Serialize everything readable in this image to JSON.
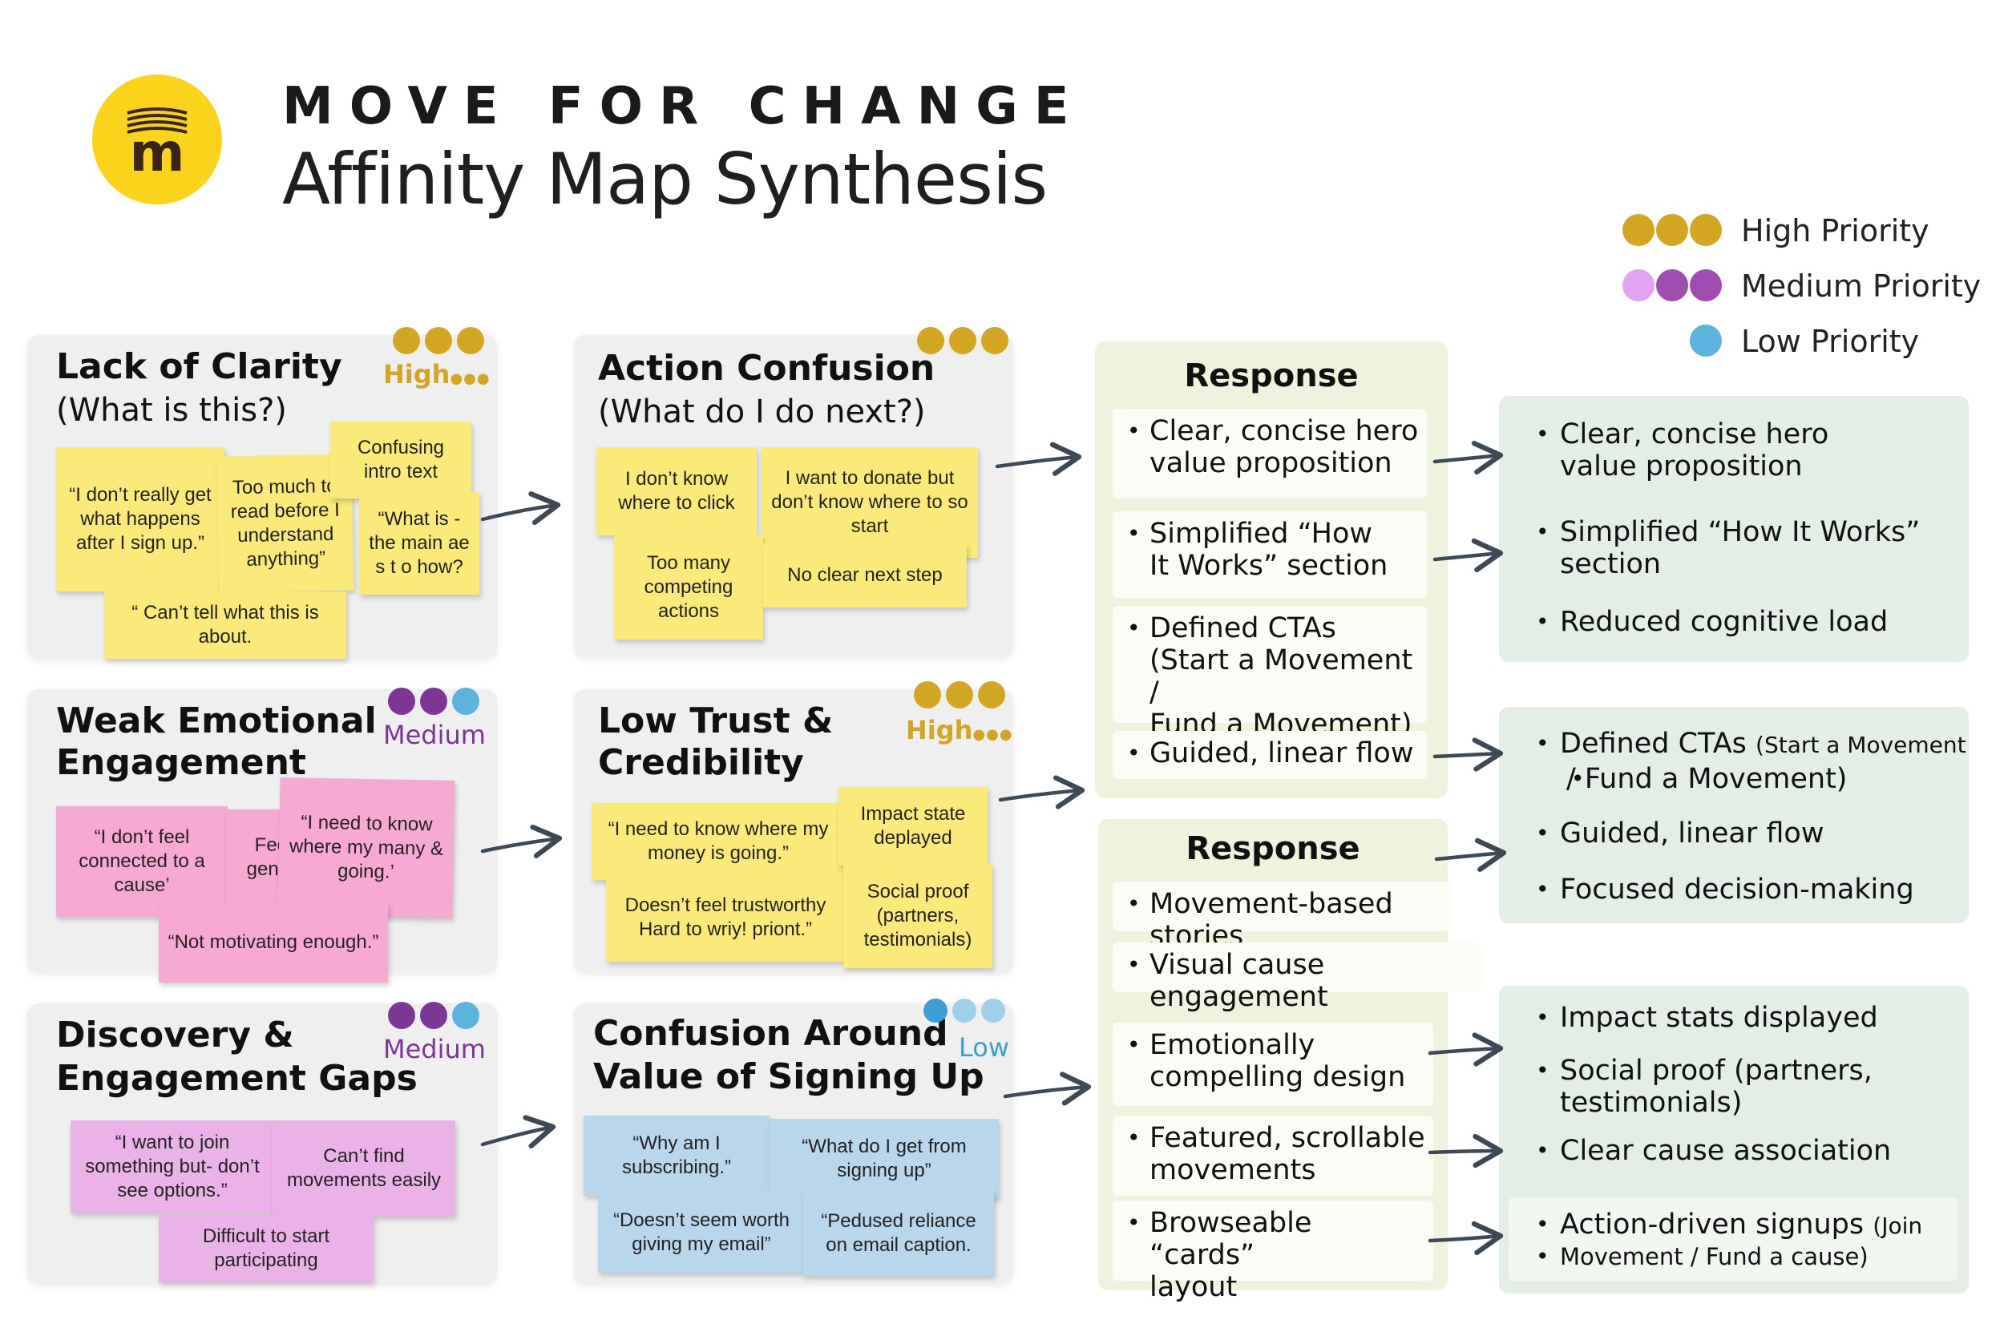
{
  "header": {
    "brand": "MOVE FOR CHANGE",
    "subtitle": "Affinity Map Synthesis",
    "logo_letter": "m"
  },
  "legend": [
    {
      "label": "High Priority",
      "colors": [
        "#d4a521",
        "#d4a521",
        "#d4a521"
      ]
    },
    {
      "label": "Medium Priority",
      "colors": [
        "#e3a3f0",
        "#a04cb0",
        "#a04cb0"
      ]
    },
    {
      "label": "Low Priority",
      "colors": [
        "#5ab4dd"
      ]
    }
  ],
  "colors": {
    "high": "#d4a521",
    "medium": "#7d3596",
    "low": "#3b9fd4",
    "note_yellow": "#fbe979",
    "note_pink": "#f6a9d2",
    "note_magenta": "#eab2e9",
    "note_blue": "#b8d6ec"
  },
  "cards": {
    "lack_of_clarity": {
      "title": "Lack of Clarity",
      "subtitle": "(What is this?)",
      "priority": "High",
      "priority_suffix": "●●●",
      "notes": [
        "“I don’t really get what happens after I sign up.”",
        "Too much to read before I understand anything”",
        "Confusing intro text",
        "“What is - the main ae s t o how?",
        "“ Can’t tell what this is about."
      ]
    },
    "action_confusion": {
      "title": "Action Confusion",
      "subtitle": "(What do I do next?)",
      "notes": [
        "I don’t know where to click",
        "I want to donate but don’t know where to so start",
        "Too many competing actions",
        "No clear next step"
      ]
    },
    "weak_emotional": {
      "title": "Weak Emotional",
      "title2": "Engagement",
      "priority": "Medium",
      "notes": [
        "“I don’t feel connected to a cause’",
        "Feels generic",
        "“I need to know where my many & going.’",
        "“Not motivating enough.”"
      ]
    },
    "low_trust": {
      "title": "Low Trust &",
      "title2": "Credibility",
      "priority": "High",
      "priority_suffix": "●●●",
      "notes": [
        "“I need to know where my money is going.”",
        "Impact state deplayed",
        "Doesn’t feel trustworthy Hard to wriy! priont.”",
        "Social proof (partners, testimonials)"
      ]
    },
    "discovery": {
      "title": "Discovery &",
      "title2": "Engagement Gaps",
      "priority": "Medium",
      "notes": [
        "“I want to join something but- don’t see options.”",
        "Can’t find movements easily",
        "Difficult to start participating"
      ]
    },
    "confusion_value": {
      "title": "Confusion Around",
      "title2": "Value of Signing Up",
      "priority": "Low",
      "notes": [
        "“Why am I subscribing.”",
        "“What do I get from signing up”",
        "“Doesn’t seem worth giving my email”",
        "“Pedused reliance on email caption."
      ]
    }
  },
  "responses": [
    {
      "title": "Response",
      "items": [
        "Clear, concise hero\nvalue proposition",
        "Simplified “How\nIt Works” section",
        "Defined CTAs\n(Start a Movement /\nFund a Movement)",
        "Guided, linear flow"
      ]
    },
    {
      "title": "Response",
      "items": [
        "Movement-based stories",
        "Visual cause engagement",
        "Emotionally\ncompelling design",
        "Featured, scrollable\nmovements",
        "Browseable “cards”\nlayout"
      ]
    }
  ],
  "outcomes": [
    {
      "items": [
        "Clear, concise hero\nvalue proposition",
        "Simplified “How It Works”\nsection",
        "Reduced cognitive load"
      ]
    },
    {
      "items_main": [
        "Defined CTAs",
        "Guided, linear flow",
        "Focused decision-making"
      ],
      "cta_detail_a": "(Start a Movement",
      "cta_detail_b": "/  Fund a Movement)"
    },
    {
      "items": [
        "Impact stats displayed",
        "Social proof (partners,\ntestimonials)",
        "Clear cause association"
      ],
      "last_main": "Action-driven signups",
      "last_detail_a": "(Join",
      "last_detail_b": "Movement / Fund a cause)"
    }
  ]
}
